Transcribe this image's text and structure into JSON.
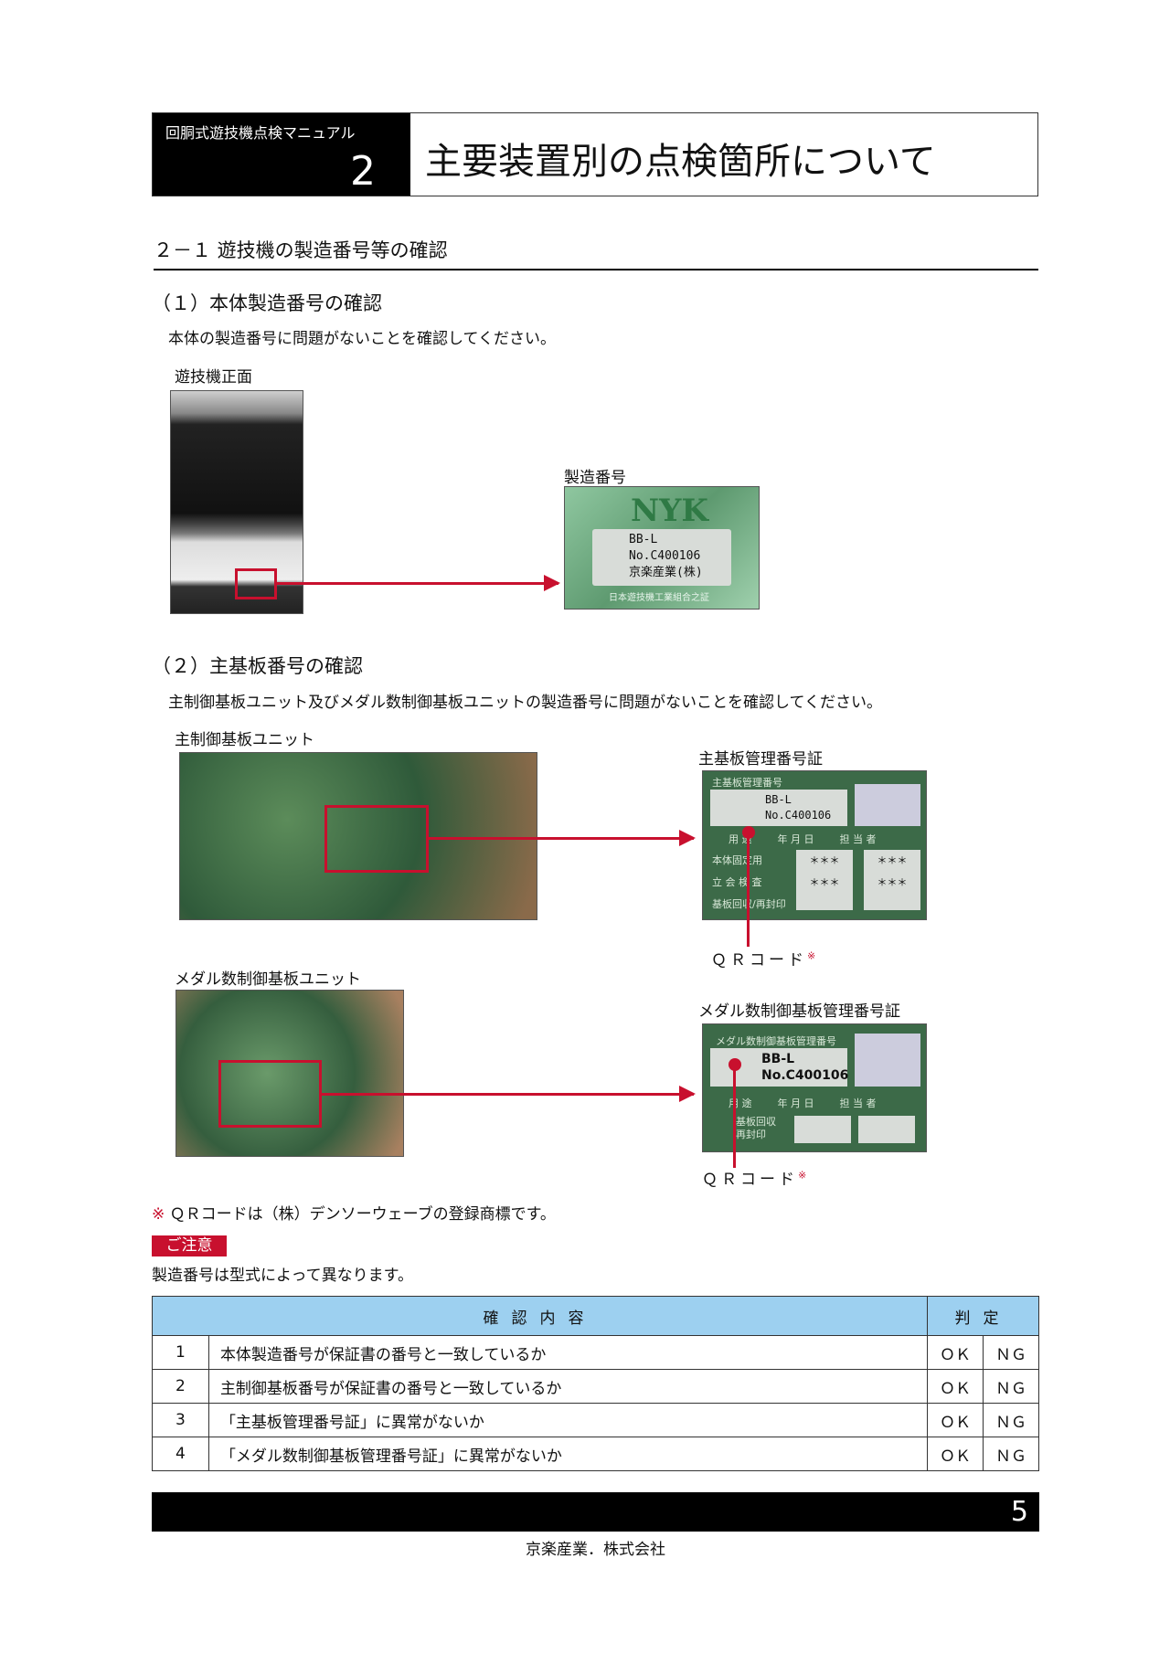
{
  "header": {
    "manual": "回胴式遊技機点検マニュアル",
    "chapter": "2",
    "title": "主要装置別の点検箇所について"
  },
  "section": {
    "title": "２－１ 遊技機の製造番号等の確認"
  },
  "part1": {
    "heading": "（１）本体製造番号の確認",
    "text": "本体の製造番号に問題がないことを確認してください。",
    "front_label": "遊技機正面",
    "serial_label": "製造番号",
    "plate": {
      "logo": "NYK",
      "model": "BB-L",
      "number": "No.C400106",
      "maker": "京楽産業(株)",
      "footer": "日本遊技機工業組合之証"
    }
  },
  "part2": {
    "heading": "（２）主基板番号の確認",
    "text": "主制御基板ユニット及びメダル数制御基板ユニットの製造番号に問題がないことを確認してください。",
    "main_unit_label": "主制御基板ユニット",
    "main_cert_label": "主基板管理番号証",
    "main_cert": {
      "title": "主基板管理番号",
      "model": "BB-L",
      "number": "No.C400106",
      "cols": [
        "用 途",
        "年 月 日",
        "担 当 者"
      ],
      "rows": [
        {
          "label": "本体固定用",
          "v1": "＊＊＊",
          "v2": "＊＊＊"
        },
        {
          "label": "立 会 検 査",
          "v1": "＊＊＊",
          "v2": "＊＊＊"
        },
        {
          "label": "基板回収/再封印",
          "v1": "",
          "v2": ""
        }
      ]
    },
    "qr_label": "ＱＲコード",
    "qr_mark": "※",
    "medal_unit_label": "メダル数制御基板ユニット",
    "medal_cert_label": "メダル数制御基板管理番号証",
    "medal_cert": {
      "title": "メダル数制御基板管理番号",
      "model": "BB-L",
      "number": "No.C400106",
      "row_label": "基板回収 再封印"
    },
    "note_mark": "※",
    "note": "ＱＲコードは（株）デンソーウェーブの登録商標です。"
  },
  "caution": {
    "badge": "ご注意",
    "text": "製造番号は型式によって異なります。"
  },
  "table": {
    "header_content": "確認内容",
    "header_judge": "判定",
    "ok": "ＯＫ",
    "ng": "ＮＧ",
    "rows": [
      {
        "no": "1",
        "text": "本体製造番号が保証書の番号と一致しているか"
      },
      {
        "no": "2",
        "text": "主制御基板番号が保証書の番号と一致しているか"
      },
      {
        "no": "3",
        "text": "「主基板管理番号証」に異常がないか"
      },
      {
        "no": "4",
        "text": "「メダル数制御基板管理番号証」に異常がないか"
      }
    ]
  },
  "footer": {
    "page": "5",
    "company": "京楽産業．株式会社"
  },
  "colors": {
    "accent": "#c8102e",
    "table_header": "#9dd0f0"
  }
}
